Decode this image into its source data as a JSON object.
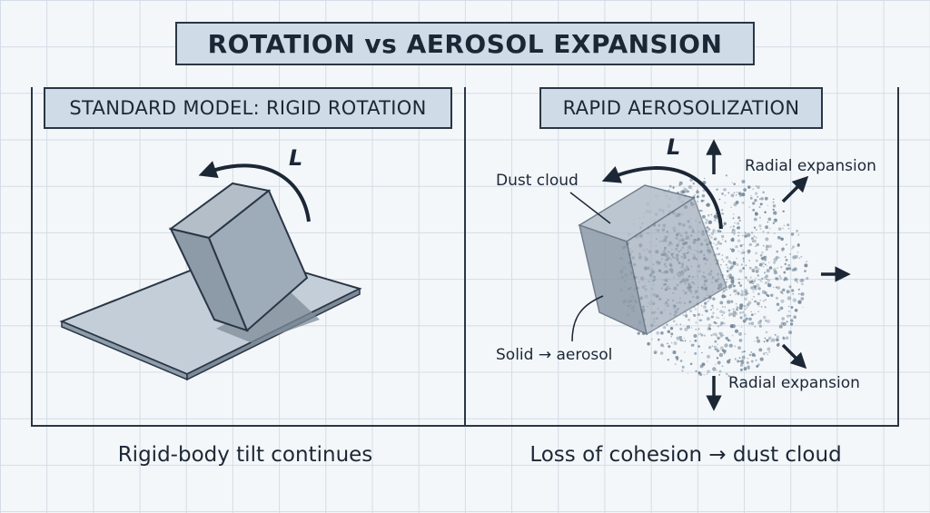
{
  "title": "ROTATION vs AEROSOL EXPANSION",
  "left_panel": {
    "header": "STANDARD MODEL: RIGID ROTATION",
    "momentum_label": "L",
    "caption": "Rigid-body tilt continues"
  },
  "right_panel": {
    "header": "RAPID AEROSOLIZATION",
    "momentum_label": "L",
    "dust_label": "Dust cloud",
    "radial_top_label": "Radial expansion",
    "radial_bottom_label": "Radial expansion",
    "transition_label": "Solid → aerosol",
    "caption": "Loss of cohesion → dust cloud"
  },
  "colors": {
    "ink": "#1c2736",
    "panel_fill": "#cfdbe6",
    "block_top": "#aab6c2",
    "block_left": "#8d9aa8",
    "block_front": "#9aa7b4",
    "plate": "#c4ced8",
    "dust": "#6f8394"
  }
}
